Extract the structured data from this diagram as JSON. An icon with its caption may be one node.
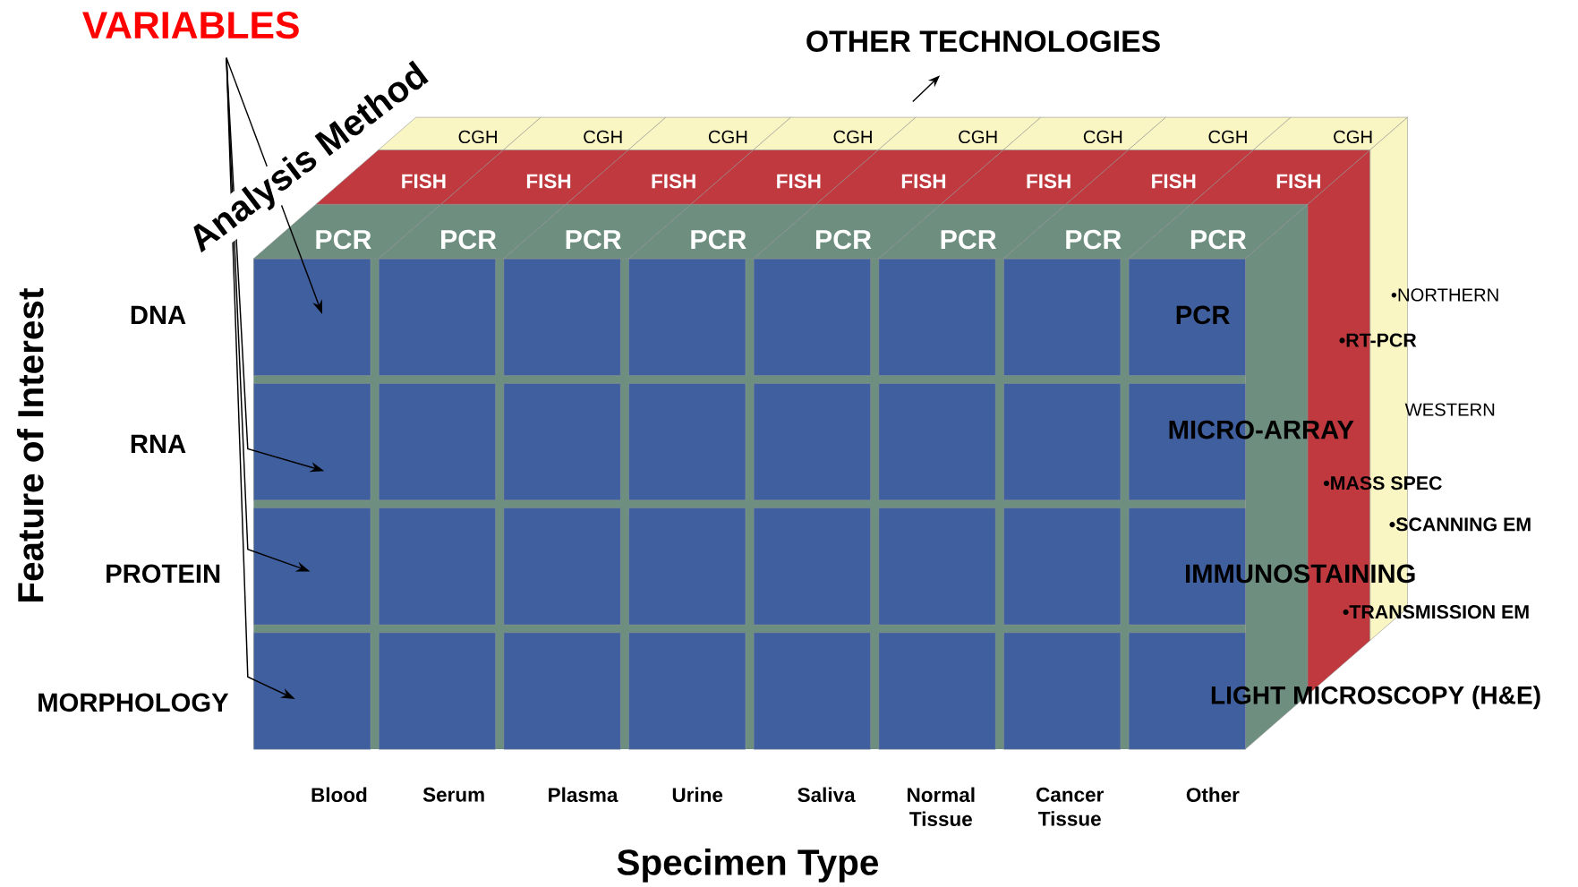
{
  "diagram": {
    "nodes": [
      {
        "text": [
          "VARIABLES"
        ]
      },
      {
        "text": [],
        "shape": "box"
      },
      {
        "text": [],
        "shape": "box"
      },
      {
        "text": [],
        "shape": "box"
      },
      {
        "text": [],
        "shape": "box"
      },
      {
        "text": [],
        "shape": "box"
      },
      {
        "text": [],
        "shape": "box"
      },
      {
        "text": [],
        "shape": "box"
      },
      {
        "text": [],
        "shape": "box"
      },
      {
        "text": [],
        "shape": "box"
      },
      {
        "text": [],
        "shape": "box"
      },
      {
        "text": [],
        "shape": "box"
      },
      {
        "text": [],
        "shape": "box"
      },
      {
        "text": [],
        "shape": "box"
      },
      {
        "text": [],
        "shape": "box"
      },
      {
        "text": [],
        "shape": "box"
      },
      {
        "text": [],
        "shape": "box"
      },
      {
        "text": [],
        "shape": "box"
      },
      {
        "text": [],
        "shape": "box"
      },
      {
        "text": [],
        "shape": "box"
      },
      {
        "text": [],
        "shape": "box"
      },
      {
        "text": [],
        "shape": "box"
      },
      {
        "text": [],
        "shape": "box"
      },
      {
        "text": [],
        "shape": "box"
      },
      {
        "text": [],
        "shape": "box"
      },
      {
        "text": [],
        "shape": "box"
      },
      {
        "text": [],
        "shape": "box"
      },
      {
        "text": [],
        "shape": "box"
      },
      {
        "text": [],
        "shape": "box"
      },
      {
        "text": [],
        "shape": "box"
      },
      {
        "text": [],
        "shape": "box"
      },
      {
        "text": [],
        "shape": "box"
      },
      {
        "text": [],
        "shape": "box"
      }
    ],
    "edges": [
      {
        "from": 0,
        "to": 1,
        "arrow": "to"
      },
      {
        "from": 0,
        "to": 9,
        "arrow": "to"
      },
      {
        "from": 0,
        "to": 17,
        "arrow": "to"
      },
      {
        "from": 0,
        "to": 25,
        "arrow": "to"
      }
    ],
    "labels": [
      "OTHER TECHNOLOGIES",
      "Analysis Method",
      "CGH",
      "CGH",
      "CGH",
      "CGH",
      "CGH",
      "CGH",
      "CGH",
      "CGH",
      "FISH",
      "FISH",
      "FISH",
      "FISH",
      "FISH",
      "FISH",
      "FISH",
      "FISH",
      "PCR",
      "PCR",
      "PCR",
      "PCR",
      "PCR",
      "PCR",
      "PCR",
      "PCR",
      "Feature of Interest",
      "DNA",
      "PCR",
      "•NORTHERN",
      "•RT-PCR",
      "RNA",
      "WESTERN",
      "MICRO-ARRAY",
      "•MASS SPEC",
      "•SCANNING EM",
      "PROTEIN",
      "IMMUNOSTAINING",
      "•TRANSMISSION EM",
      "MORPHOLOGY",
      "LIGHT MICROSCOPY (H&E)",
      "Blood",
      "Serum",
      "Plasma",
      "Urine",
      "Saliva",
      "Normal Tissue",
      "Cancer Tissue",
      "Other",
      "Specimen Type"
    ]
  }
}
